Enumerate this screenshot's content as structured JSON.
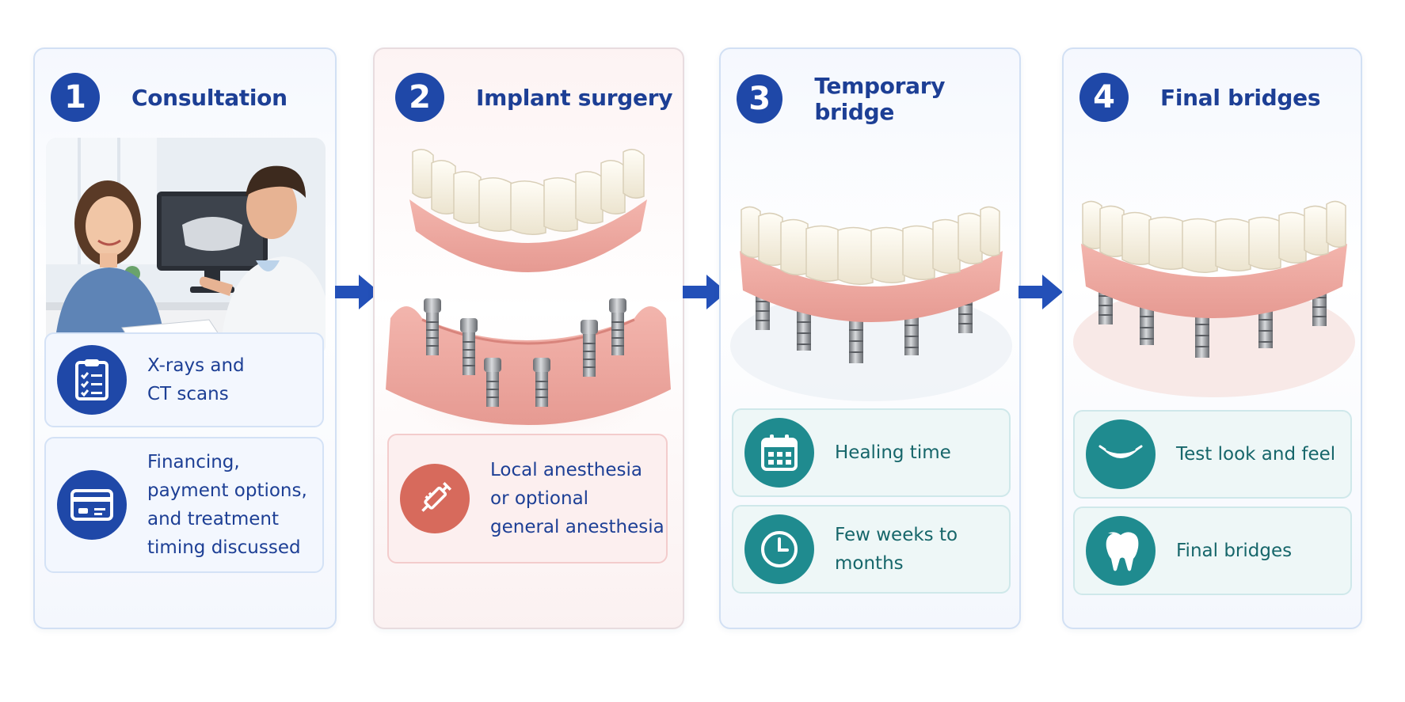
{
  "steps": [
    {
      "number": "1",
      "title": "Consultation",
      "items": [
        {
          "icon": "clipboard-checklist-icon",
          "text": "X-rays and\nCT scans"
        },
        {
          "icon": "credit-card-icon",
          "text": "Financing,\npayment options,\nand treatment\ntiming discussed"
        }
      ]
    },
    {
      "number": "2",
      "title": "Implant surgery",
      "items": [
        {
          "icon": "syringe-icon",
          "text": "Local anesthesia\nor optional\ngeneral anesthesia"
        }
      ]
    },
    {
      "number": "3",
      "title": "Temporary bridge",
      "items": [
        {
          "icon": "calendar-icon",
          "text": "Healing time"
        },
        {
          "icon": "clock-icon",
          "text": "Few weeks to\nmonths"
        }
      ]
    },
    {
      "number": "4",
      "title": "Final bridges",
      "items": [
        {
          "icon": "smile-icon",
          "text": "Test look and feel"
        },
        {
          "icon": "tooth-icon",
          "text": "Final bridges"
        }
      ]
    }
  ],
  "colors": {
    "accent_blue": "#1f48a8",
    "title_blue": "#1d3f95",
    "teal": "#1f8b8f",
    "coral": "#d76a5c"
  }
}
